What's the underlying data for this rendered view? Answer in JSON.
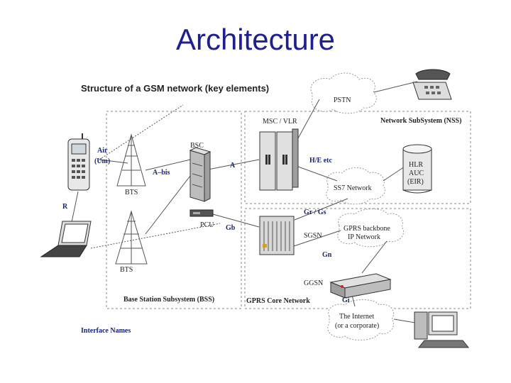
{
  "slide": {
    "title": "Architecture"
  },
  "diagram": {
    "heading": "Structure of a GSM network (key elements)",
    "pstn": "PSTN",
    "nss": "Network SubSystem (NSS)",
    "msc": "MSC / VLR",
    "bsc": "BSC",
    "a": "A",
    "he": "H/E etc",
    "hlr": [
      "HLR",
      "AUC",
      "(EIR)"
    ],
    "ss7": "SS7 Network",
    "air": [
      "Air",
      "(Um)"
    ],
    "abis": "A–bis",
    "bts1": "BTS",
    "bts2": "BTS",
    "r": "R",
    "pcu": "PCU",
    "gb": "Gb",
    "grgs": "Gr / Gs",
    "sgsn": "SGSN",
    "gprs_backbone": [
      "GPRS backbone",
      "IP Network"
    ],
    "gn": "Gn",
    "ggsn": "GGSN",
    "bss": "Base Station Subsystem (BSS)",
    "gprs_core": "GPRS Core Network",
    "gi": "Gi",
    "internet": [
      "The Internet",
      "(or a corporate)"
    ],
    "interface_names": "Interface Names"
  }
}
